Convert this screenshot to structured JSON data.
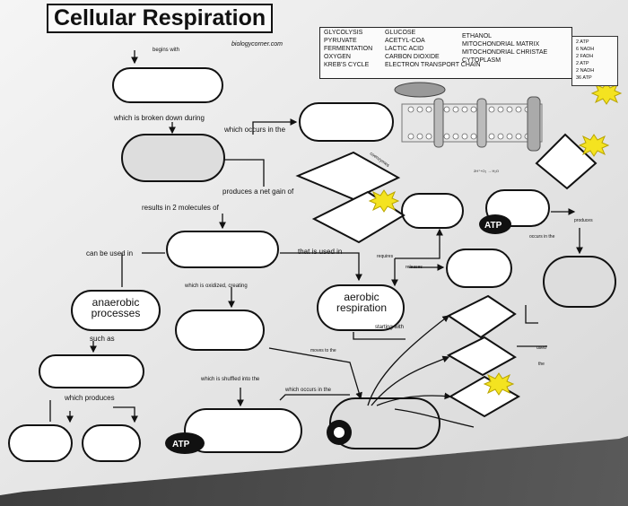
{
  "title": "Cellular Respiration",
  "credit": "biologycorner.com",
  "word_bank": {
    "col1": [
      "GLYCOLYSIS",
      "PYRUVATE",
      "FERMENTATION",
      "OXYGEN",
      "KREB'S CYCLE"
    ],
    "col2": [
      "GLUCOSE",
      "ACETYL-COA",
      "LACTIC ACID",
      "CARBON DIOXIDE",
      "ELECTRON TRANSPORT CHAIN"
    ],
    "col3": [
      "ETHANOL",
      "MITOCHONDRIAL MATRIX",
      "MITOCHONDRIAL CHRISTAE",
      "CYTOPLASM"
    ]
  },
  "atp_box": [
    "2 ATP",
    "6 NADH",
    "2 FADH",
    "2 ATP",
    "2 NADH",
    "36 ATP"
  ],
  "labels": {
    "begins_with": "begins with",
    "broken_down": "which is broken down during",
    "occurs_in": "which occurs in the",
    "net_gain": "produces a net gain of",
    "results_2": "results in 2 molecules of",
    "can_be_used": "can be used in",
    "that_is_used": "that is used in",
    "oxidized": "which is oxidized, creating",
    "anaerobic": "anaerobic processes",
    "aerobic": "aerobic respiration",
    "starting_with": "starting with",
    "such_as": "such as",
    "moves_to": "moves to the",
    "shuffled": "which is shuffled into the",
    "occurs_in2": "which occurs in the",
    "which_produces": "which produces",
    "requires": "requires",
    "releases": "releases",
    "produces": "produces",
    "occurs_in_the": "occurs in the",
    "coenzymes": "coenzymes",
    "used": "used",
    "the": "the"
  }
}
